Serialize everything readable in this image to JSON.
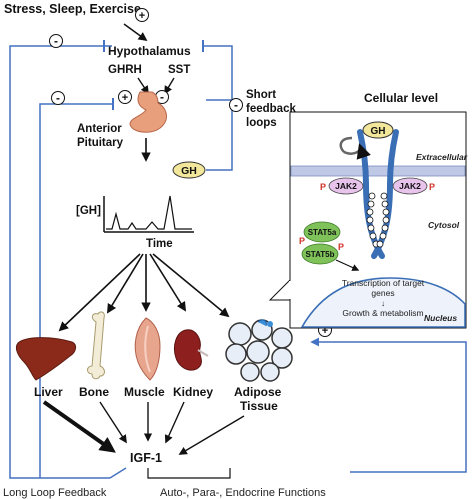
{
  "labels": {
    "stress": "Stress, Sleep, Exercise",
    "hypothalamus": "Hypothalamus",
    "ghrh": "GHRH",
    "sst": "SST",
    "anterior": "Anterior",
    "pituitary": "Pituitary",
    "short_feedback_1": "Short",
    "short_feedback_2": "feedback",
    "short_feedback_3": "loops",
    "gh": "GH",
    "gh_bracket": "[GH]",
    "time": "Time",
    "liver": "Liver",
    "bone": "Bone",
    "muscle": "Muscle",
    "kidney": "Kidney",
    "adipose_1": "Adipose",
    "adipose_2": "Tissue",
    "igf1": "IGF-1",
    "long_loop": "Long Loop Feedback",
    "auto_para": "Auto-, Para-, Endocrine Functions"
  },
  "signs": {
    "plus": "+",
    "minus": "-"
  },
  "cell": {
    "title": "Cellular level",
    "gh": "GH",
    "extracellular": "Extracellular",
    "jak2_left": "JAK2",
    "jak2_right": "JAK2",
    "cytosol": "Cytosol",
    "p": "P",
    "stat5a": "STAT5a",
    "stat5b": "STAT5b",
    "transcription_1": "Transcription of target",
    "transcription_2": "genes",
    "down_arrow": "↓",
    "growth": "Growth & metabolism",
    "nucleus": "Nucleus"
  },
  "colors": {
    "feedback_blue": "#4472c4",
    "gh_badge": "#f2e79a",
    "pituitary": "#e8a07c",
    "liver": "#8b2a1a",
    "kidney": "#8e1f1f",
    "jak2": "#e8c4ec",
    "stat": "#7fc25a",
    "receptor": "#3a6fb6",
    "membrane": "#bfc9e6",
    "phospho": "#d0342c"
  }
}
